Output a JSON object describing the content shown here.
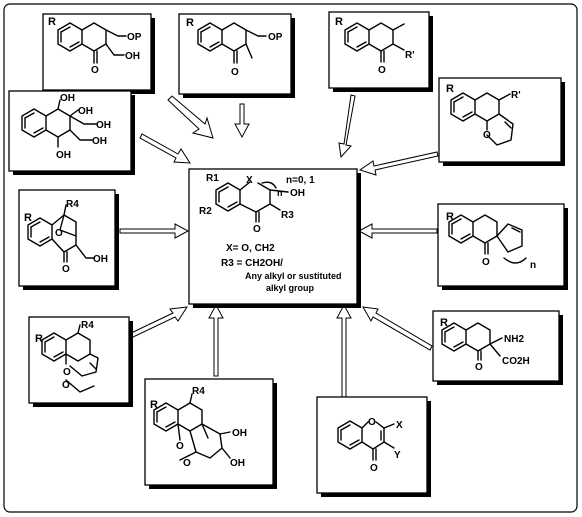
{
  "center": {
    "r1": "R1",
    "r2": "R2",
    "x": "X",
    "n_range": "n=0, 1",
    "n": "n",
    "oh": "OH",
    "r3": "R3",
    "o": "O",
    "x_def": "X= O, CH2",
    "r3_def": "R3 = CH2OH/",
    "any": "Any alkyl or sustituted",
    "alkyl": "alkyl group"
  },
  "box1": {
    "r": "R",
    "op": "OP",
    "oh": "OH",
    "o": "O"
  },
  "box2": {
    "r": "R",
    "op": "OP",
    "o": "O"
  },
  "box3": {
    "r": "R",
    "rp": "R'",
    "o": "O"
  },
  "box4": {
    "r": "R",
    "rp": "R'",
    "o": "O"
  },
  "box5": {
    "oh1": "OH",
    "oh2": "OH",
    "oh3": "OH",
    "oh4": "OH",
    "oh5": "OH"
  },
  "box6": {
    "r": "R",
    "r4": "R4",
    "o1": "O",
    "o2": "O",
    "oh": "OH"
  },
  "box7": {
    "r": "R",
    "o": "O",
    "n": "n"
  },
  "box8": {
    "r": "R",
    "r4": "R4",
    "o1": "O",
    "o2": "O"
  },
  "box9": {
    "r": "R",
    "nh2": "NH2",
    "co2h": "CO2H",
    "o": "O"
  },
  "box10": {
    "r": "R",
    "r4": "R4",
    "o1": "O",
    "o2": "O",
    "oh1": "OH",
    "oh2": "OH"
  },
  "box11": {
    "o1": "O",
    "o2": "O",
    "x": "X",
    "y": "Y"
  }
}
